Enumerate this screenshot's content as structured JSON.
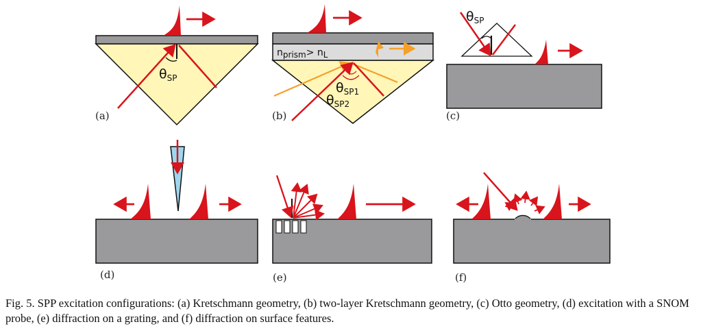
{
  "panels": {
    "a": {
      "label": "(a)",
      "theta": "θ",
      "theta_sub": "SP"
    },
    "b": {
      "label": "(b)",
      "n_prism": "n",
      "n_prism_sub": "prism",
      "gt": "> n",
      "n_l_sub": "L",
      "theta1": "θ",
      "theta1_sub": "SP1",
      "theta2": "θ",
      "theta2_sub": "SP2"
    },
    "c": {
      "label": "(c)",
      "theta": "θ",
      "theta_sub": "SP"
    },
    "d": {
      "label": "(d)"
    },
    "e": {
      "label": "(e)"
    },
    "f": {
      "label": "(f)"
    }
  },
  "caption": "Fig. 5. SPP excitation configurations: (a) Kretschmann geometry, (b) two-layer Kretschmann geometry, (c) Otto geometry, (d) excitation with a SNOM probe, (e) diffraction on a grating, and (f) diffraction on surface features.",
  "colors": {
    "metal": "#9a9a9c",
    "prism": "#fff6b8",
    "layer": "#dcdcdc",
    "beam": "#d8141c",
    "beam2": "#f5a02a",
    "probe": "#9fd6ee"
  }
}
